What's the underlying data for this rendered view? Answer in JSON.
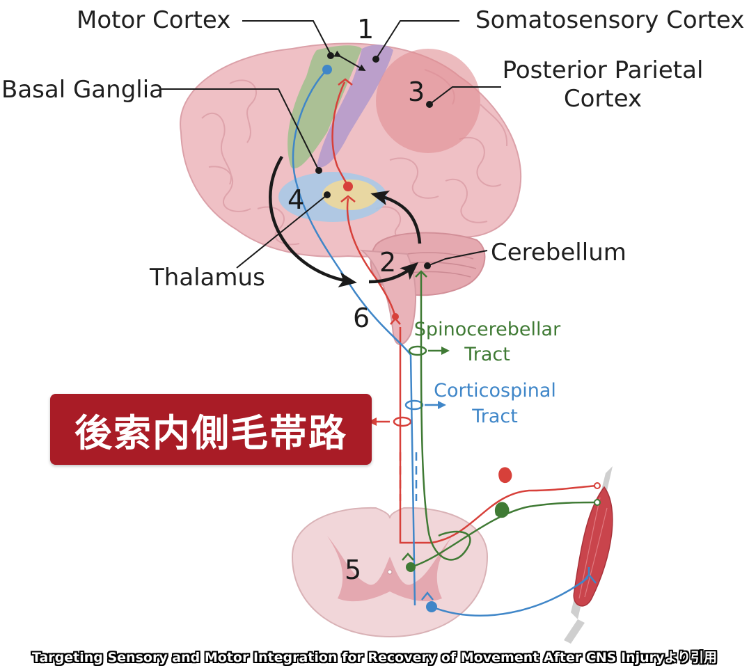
{
  "labels": {
    "motor_cortex": "Motor Cortex",
    "somatosensory_cortex": "Somatosensory Cortex",
    "posterior_parietal_line1": "Posterior Parietal",
    "posterior_parietal_line2": "Cortex",
    "basal_ganglia": "Basal Ganglia",
    "thalamus": "Thalamus",
    "cerebellum": "Cerebellum",
    "spinocerebellar_line1": "Spinocerebellar",
    "spinocerebellar_line2": "Tract",
    "corticospinal_line1": "Corticospinal",
    "corticospinal_line2": "Tract"
  },
  "numbers": {
    "n1": "1",
    "n2": "2",
    "n3": "3",
    "n4": "4",
    "n5": "5",
    "n6": "6"
  },
  "callout": {
    "text": "後索内側毛帯路"
  },
  "caption": {
    "text": "Targeting Sensory and Motor Integration for Recovery of Movement After CNS Injuryより引用"
  },
  "colors": {
    "sensory_pathway": "#d7403a",
    "motor_pathway": "#3f86c8",
    "spinocerebellar_pathway": "#3f7a34",
    "callout_background": "#a91c26",
    "brain": "#eebfc4"
  }
}
